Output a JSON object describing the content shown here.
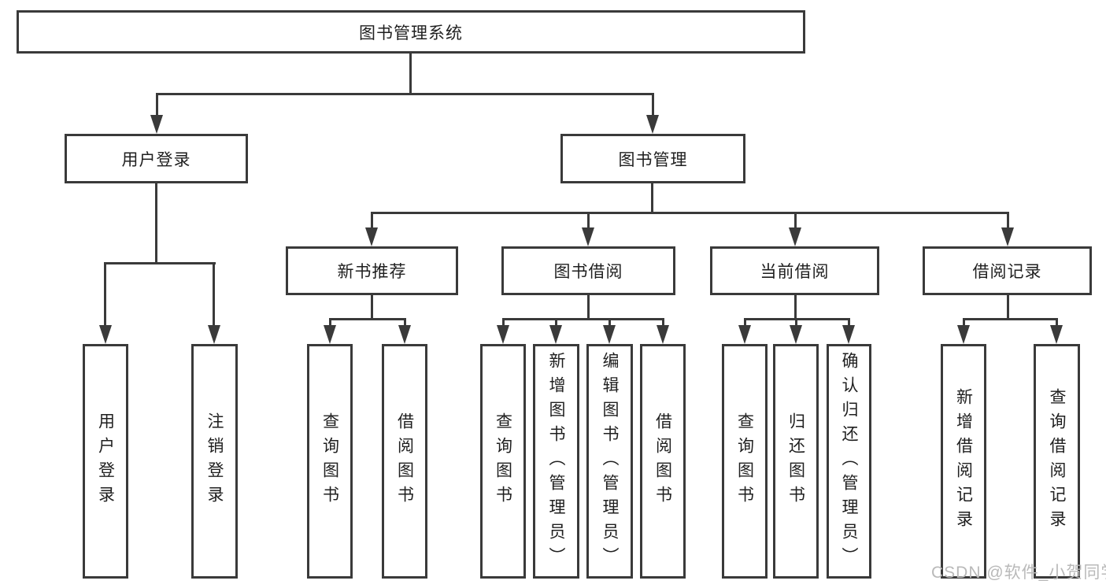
{
  "title": "图书管理系统",
  "watermark": "CSDN @软件_小贺同学",
  "colors": {
    "line": "#3a3a3a",
    "box_border": "#3a3a3a",
    "box_fill": "#ffffff",
    "text": "#1f1f1f",
    "watermark": "#b9b9b9"
  },
  "tree": {
    "root": "图书管理系统",
    "children": [
      {
        "label": "用户登录",
        "children": [
          "用户登录",
          "注销登录"
        ]
      },
      {
        "label": "图书管理",
        "children": [
          {
            "label": "新书推荐",
            "children": [
              "查询图书",
              "借阅图书"
            ]
          },
          {
            "label": "图书借阅",
            "children": [
              "查询图书",
              "新增图书（管理员）",
              "编辑图书（管理员）",
              "借阅图书"
            ]
          },
          {
            "label": "当前借阅",
            "children": [
              "查询图书",
              "归还图书",
              "确认归还（管理员）"
            ]
          },
          {
            "label": "借阅记录",
            "children": [
              "新增借阅记录",
              "查询借阅记录"
            ]
          }
        ]
      }
    ]
  }
}
